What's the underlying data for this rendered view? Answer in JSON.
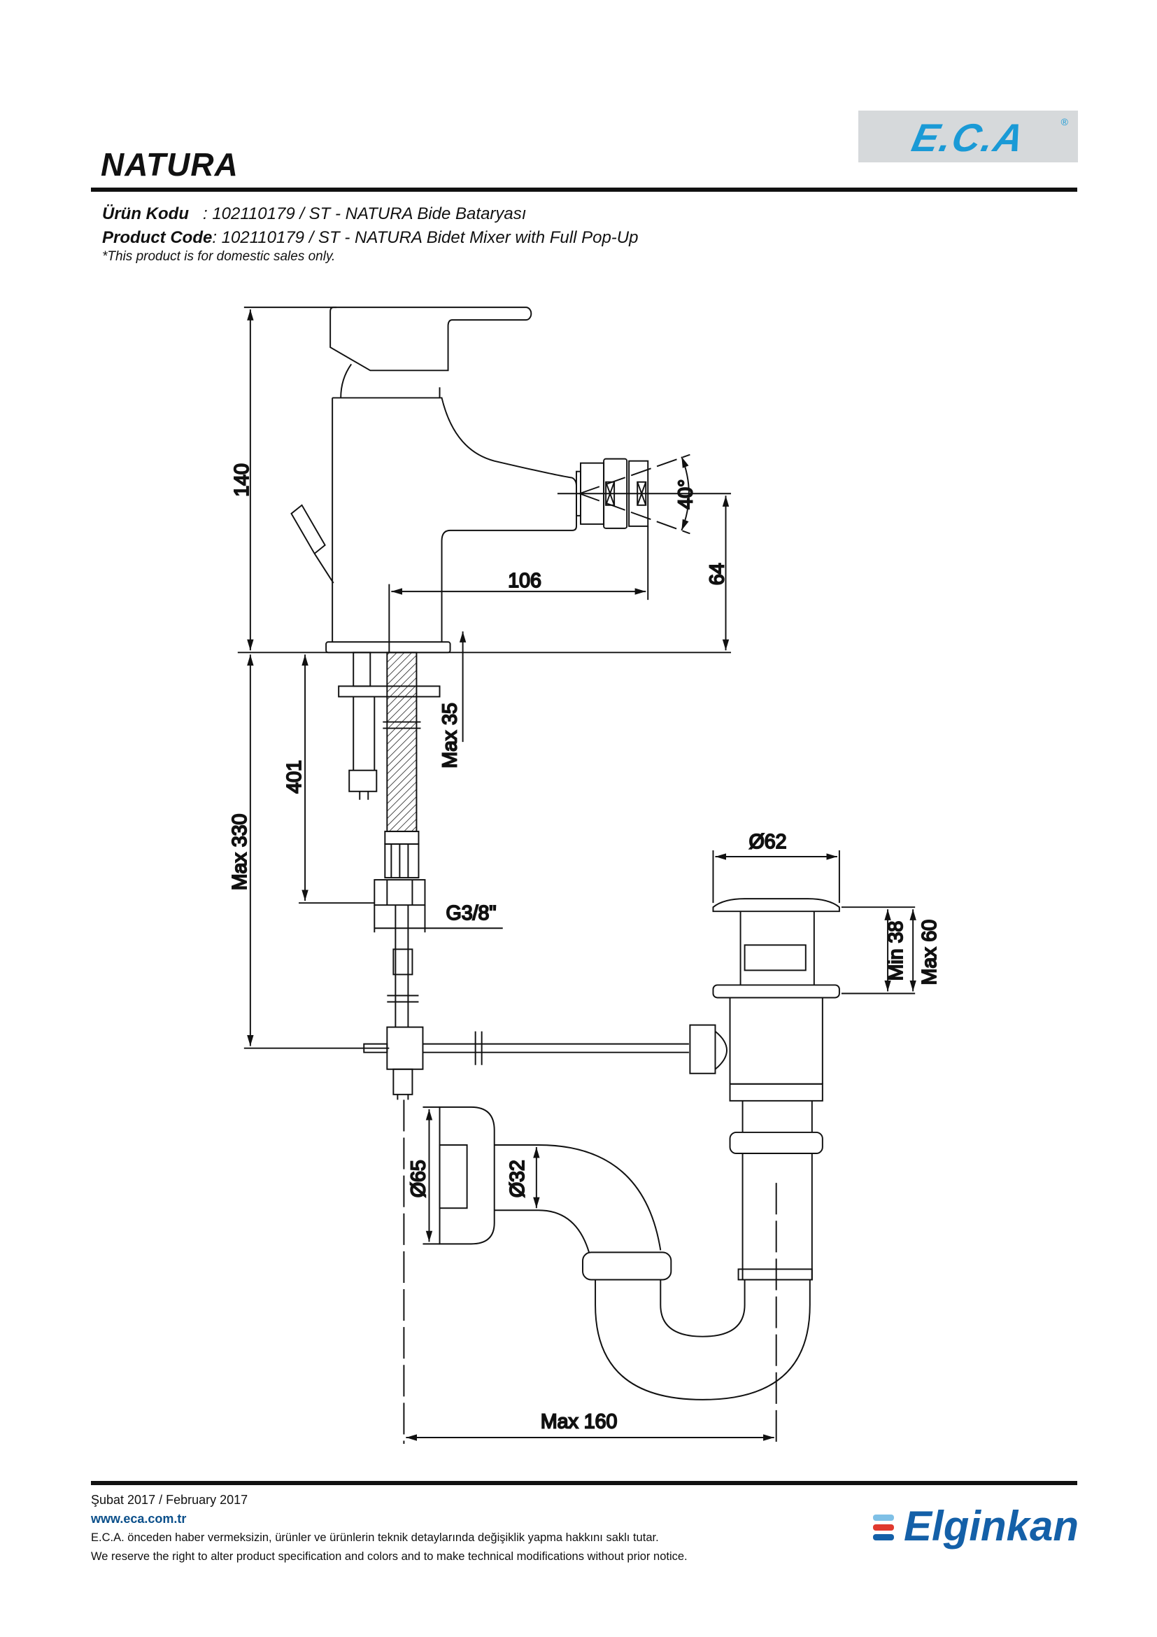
{
  "header": {
    "title": "NATURA",
    "logo_text": "E.C.A",
    "logo_registered": "®",
    "urun_kodu_label": "Ürün Kodu",
    "urun_kodu_value": "   : 102110179 / ST - NATURA Bide Bataryası",
    "product_code_label": "Product Code",
    "product_code_value": ": 102110179 / ST - NATURA Bidet Mixer with Full Pop-Up",
    "note": "*This product is for domestic sales only."
  },
  "drawing": {
    "dim_height": "140",
    "dim_spout_height": "64",
    "dim_reach": "106",
    "dim_angle": "40°",
    "dim_max35": "Max 35",
    "dim_401": "401",
    "dim_max330": "Max 330",
    "dim_thread": "G3/8\"",
    "dim_d62": "Ø62",
    "dim_min38": "Min 38",
    "dim_max60": "Max 60",
    "dim_d65": "Ø65",
    "dim_d32": "Ø32",
    "dim_max160": "Max 160"
  },
  "footer": {
    "date": "Şubat 2017 / February 2017",
    "url": "www.eca.com.tr",
    "disclaimer_tr": "E.C.A. önceden haber vermeksizin, ürünler ve ürünlerin teknik detaylarında değişiklik yapma hakkını saklı tutar.",
    "disclaimer_en": "We reserve the right to alter product specification and colors and to make technical modifications without prior notice.",
    "brand": "Elginkan",
    "brand_colors": [
      "#7fc0e6",
      "#e03a2f",
      "#1460a8"
    ]
  }
}
